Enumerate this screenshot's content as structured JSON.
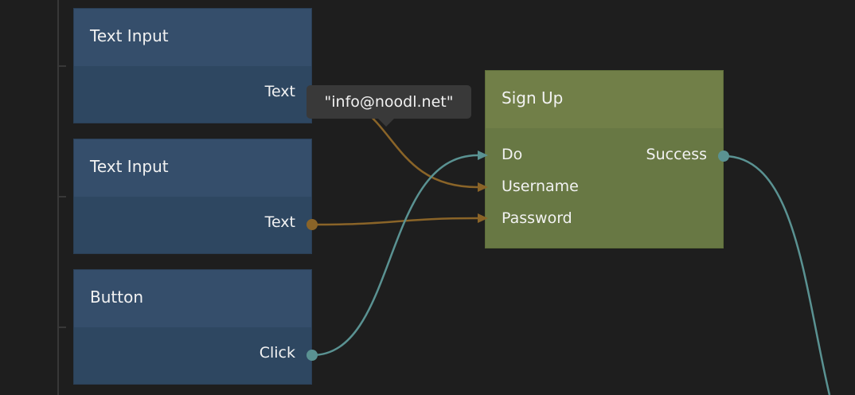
{
  "colors": {
    "string_wire": "#8a6428",
    "signal_wire": "#5a9292",
    "node_blue": "#354e6b",
    "node_green": "#717f48"
  },
  "nodes": [
    {
      "title": "Text Input",
      "output": "Text"
    },
    {
      "title": "Text Input",
      "output": "Text"
    },
    {
      "title": "Button",
      "output": "Click"
    }
  ],
  "signup": {
    "title": "Sign Up",
    "inputs": [
      "Do",
      "Username",
      "Password"
    ],
    "output": "Success"
  },
  "tooltip": {
    "value": "\"info@noodl.net\""
  }
}
